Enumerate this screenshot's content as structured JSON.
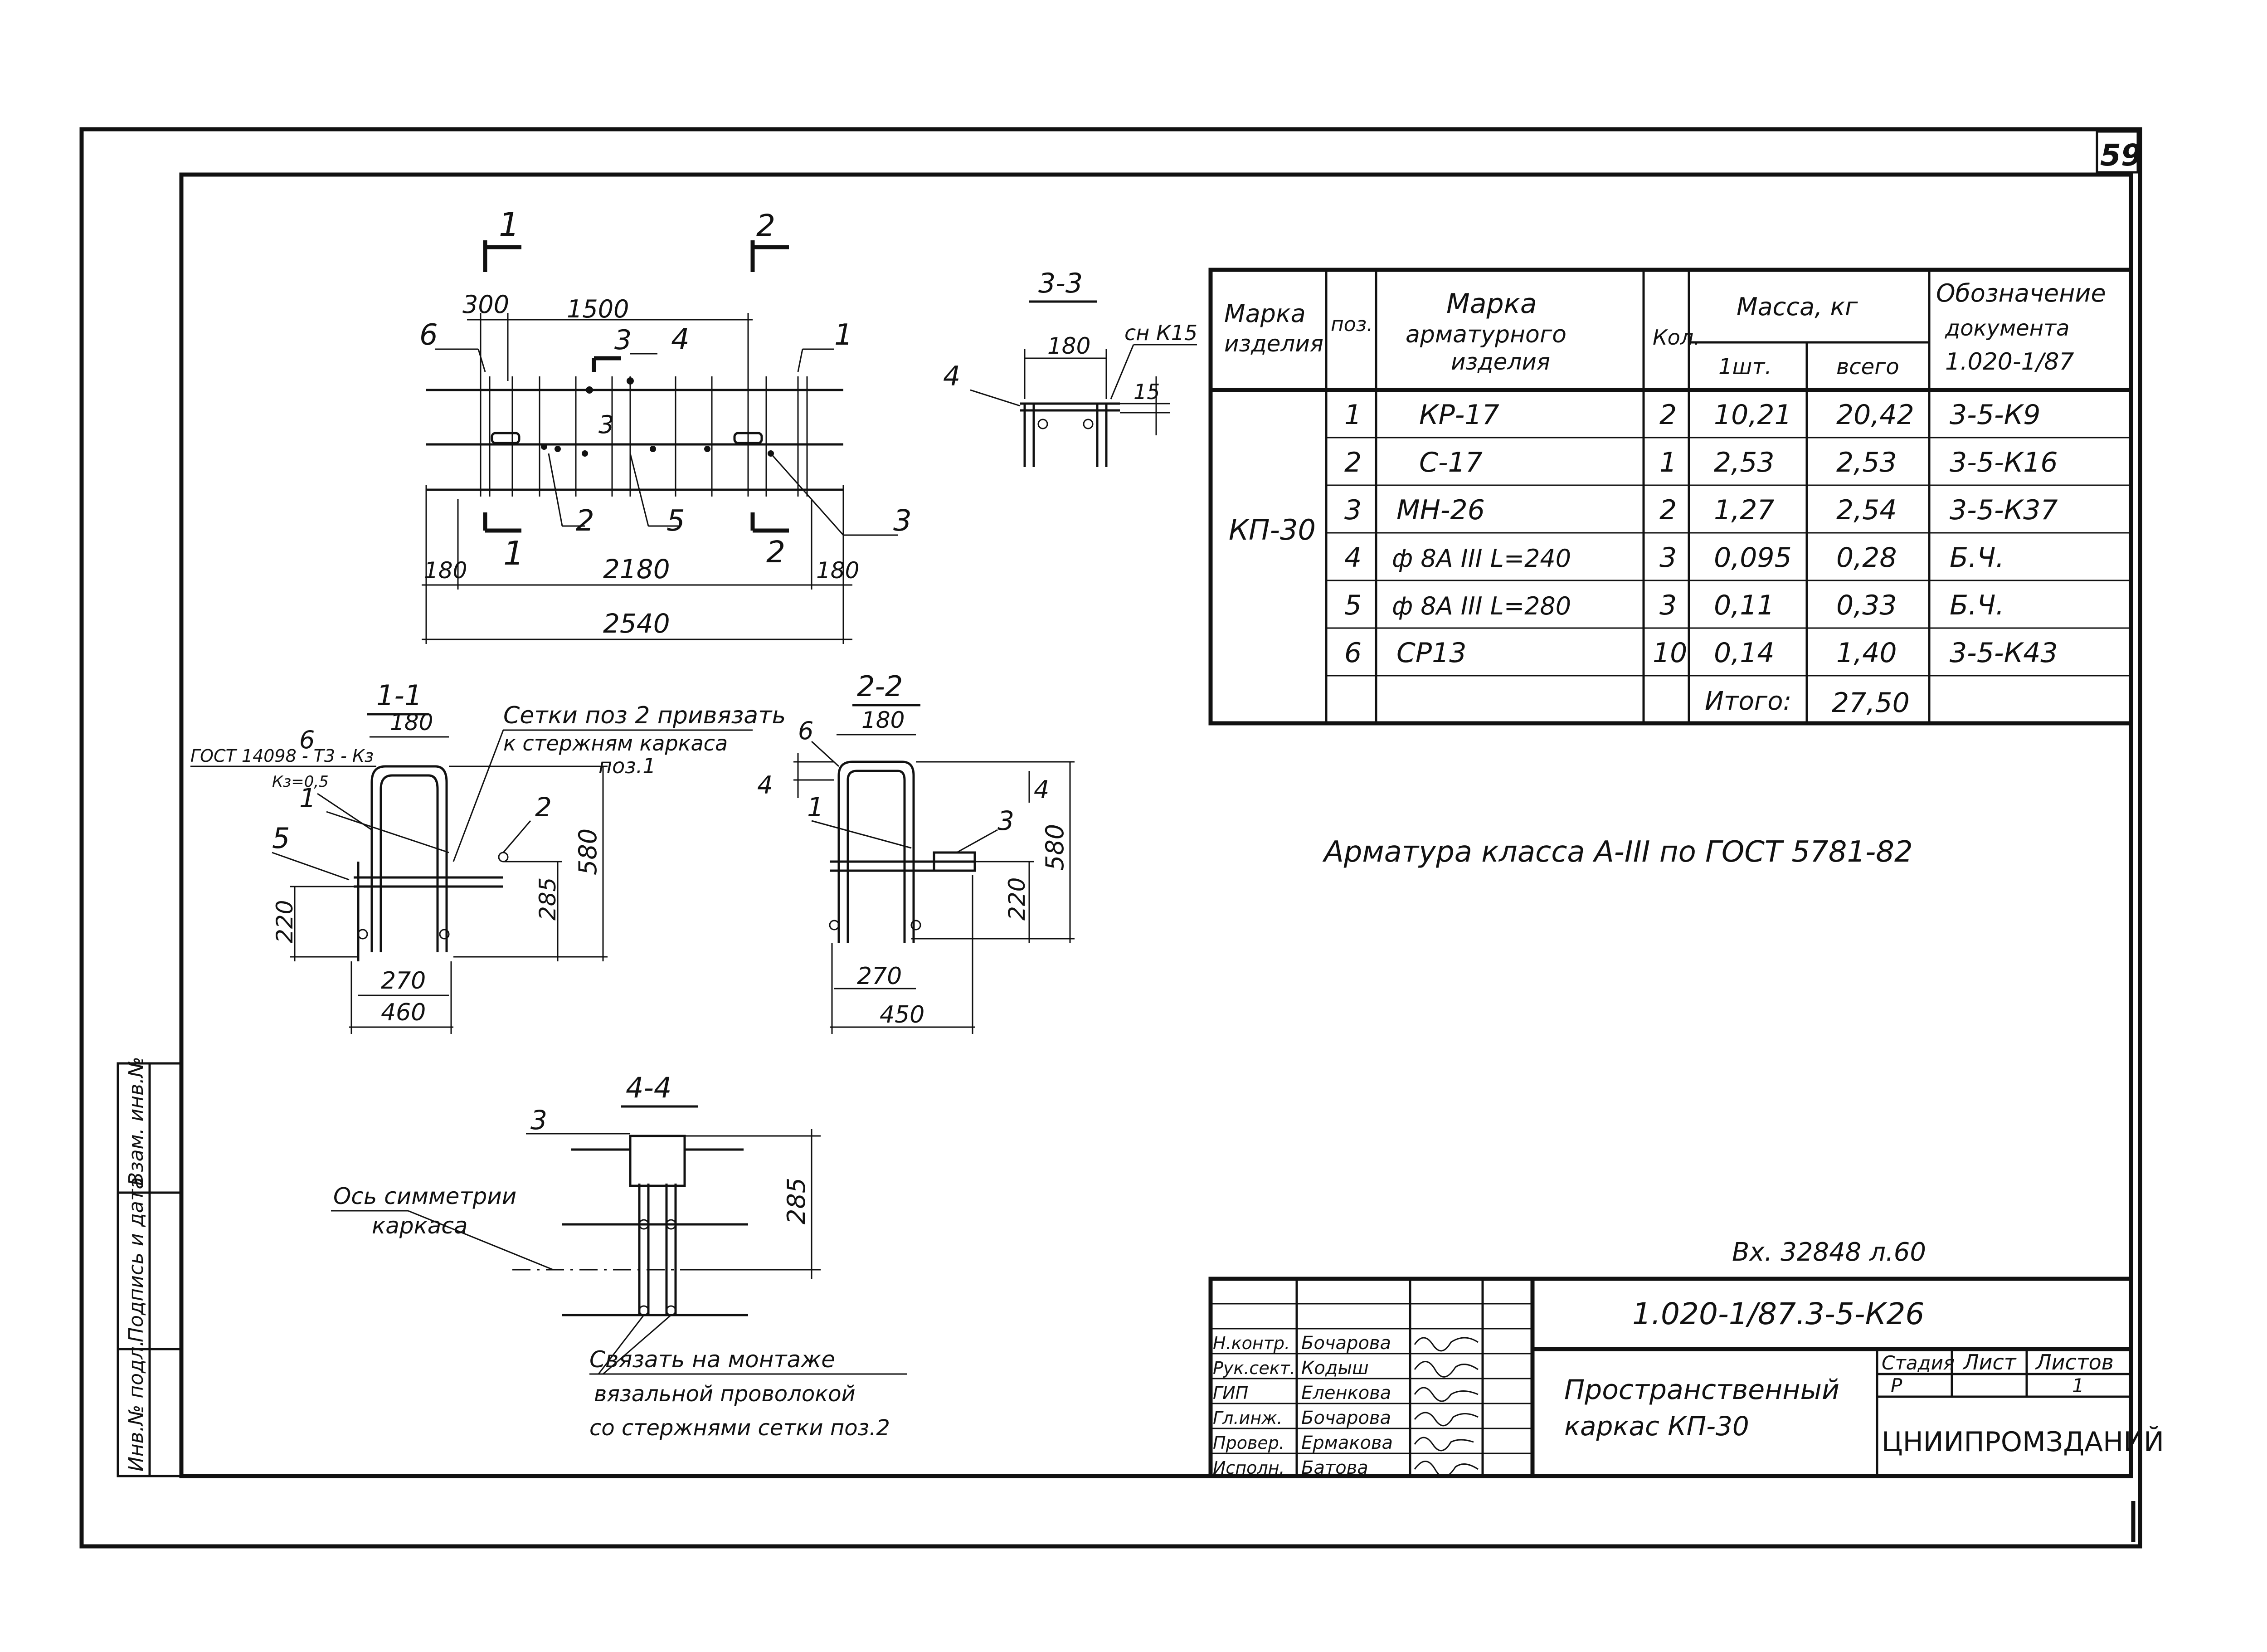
{
  "sheet_number": "59",
  "section_labels": {
    "s11": "1-1",
    "s22": "2-2",
    "s33": "3-3",
    "s44": "4-4",
    "cut1": "1",
    "cut2": "2",
    "cut3": "3"
  },
  "elevation_dims": {
    "d300": "300",
    "d1500": "1500",
    "d180a": "180",
    "d2180": "2180",
    "d180b": "180",
    "d2540": "2540"
  },
  "position_numbers": [
    "1",
    "2",
    "3",
    "4",
    "5",
    "6"
  ],
  "section_3_3": {
    "dim180": "180",
    "note": "сн К15",
    "dim15": "15"
  },
  "section_1_1": {
    "note_line1": "Сетки поз 2 привязать",
    "note_line2": "к стержням каркаса",
    "note_line3": "поз.1",
    "gost_note": "ГОСТ 14098 - Т3 - Кз",
    "gost_sub": "Кз=0,5",
    "dim180": "180",
    "dim580": "580",
    "dim220": "220",
    "dim285": "285",
    "dim270": "270",
    "dim460": "460"
  },
  "section_2_2": {
    "dim180": "180",
    "dim580": "580",
    "dim220": "220",
    "dim270": "270",
    "dim450": "450",
    "dim4": "4"
  },
  "section_4_4": {
    "axis_label_1": "Ось симметрии",
    "axis_label_2": "каркаса",
    "dim285": "285",
    "note_line1": "Связать на монтаже",
    "note_line2": "вязальной проволокой",
    "note_line3": "со стержнями сетки поз.2"
  },
  "spec_table": {
    "headers": {
      "mark": [
        "Марка",
        "изделия"
      ],
      "pos": "поз.",
      "reinf_mark": [
        "Марка",
        "арматурного",
        "изделия"
      ],
      "qty": "Кол.",
      "mass": "Масса, кг",
      "mass_one": "1шт.",
      "mass_total": "всего",
      "doc": [
        "Обозначение",
        "документа",
        "1.020-1/87"
      ]
    },
    "product_mark": "КП-30",
    "rows": [
      {
        "pos": "1",
        "mark": "КР-17",
        "qty": "2",
        "one": "10,21",
        "total": "20,42",
        "doc": "3-5-К9"
      },
      {
        "pos": "2",
        "mark": "С-17",
        "qty": "1",
        "one": "2,53",
        "total": "2,53",
        "doc": "3-5-К16"
      },
      {
        "pos": "3",
        "mark": "МН-26",
        "qty": "2",
        "one": "1,27",
        "total": "2,54",
        "doc": "3-5-К37"
      },
      {
        "pos": "4",
        "mark": "ф 8А III L=240",
        "qty": "3",
        "one": "0,095",
        "total": "0,28",
        "doc": "Б.Ч."
      },
      {
        "pos": "5",
        "mark": "ф 8А III L=280",
        "qty": "3",
        "one": "0,11",
        "total": "0,33",
        "doc": "Б.Ч."
      },
      {
        "pos": "6",
        "mark": "СР13",
        "qty": "10",
        "one": "0,14",
        "total": "1,40",
        "doc": "3-5-К43"
      }
    ],
    "total_label": "Итого:",
    "total_value": "27,50"
  },
  "armature_note": "Арматура класса A-III по ГОСТ 5781-82",
  "inventory_stamp": "Вх. 32848 л.60",
  "side_stamp": [
    "Инв.№ подл.",
    "Подпись и дата",
    "Взам. инв.№"
  ],
  "title_block": {
    "code": "1.020-1/87.3-5-К26",
    "roles": [
      "Н.контр.",
      "Рук.сект.",
      "ГИП",
      "Гл.инж.",
      "Провер.",
      "Исполн."
    ],
    "names": [
      "Бочарова",
      "Кодыш",
      "Еленкова",
      "Бочарова",
      "Ермакова",
      "Батова"
    ],
    "title_line1": "Пространственный",
    "title_line2": "каркас КП-30",
    "stage_label": "Стадия",
    "sheet_label": "Лист",
    "sheets_label": "Листов",
    "stage_value": "Р",
    "sheets_value": "1",
    "organization": "ЦНИИПРОМЗДАНИЙ"
  }
}
